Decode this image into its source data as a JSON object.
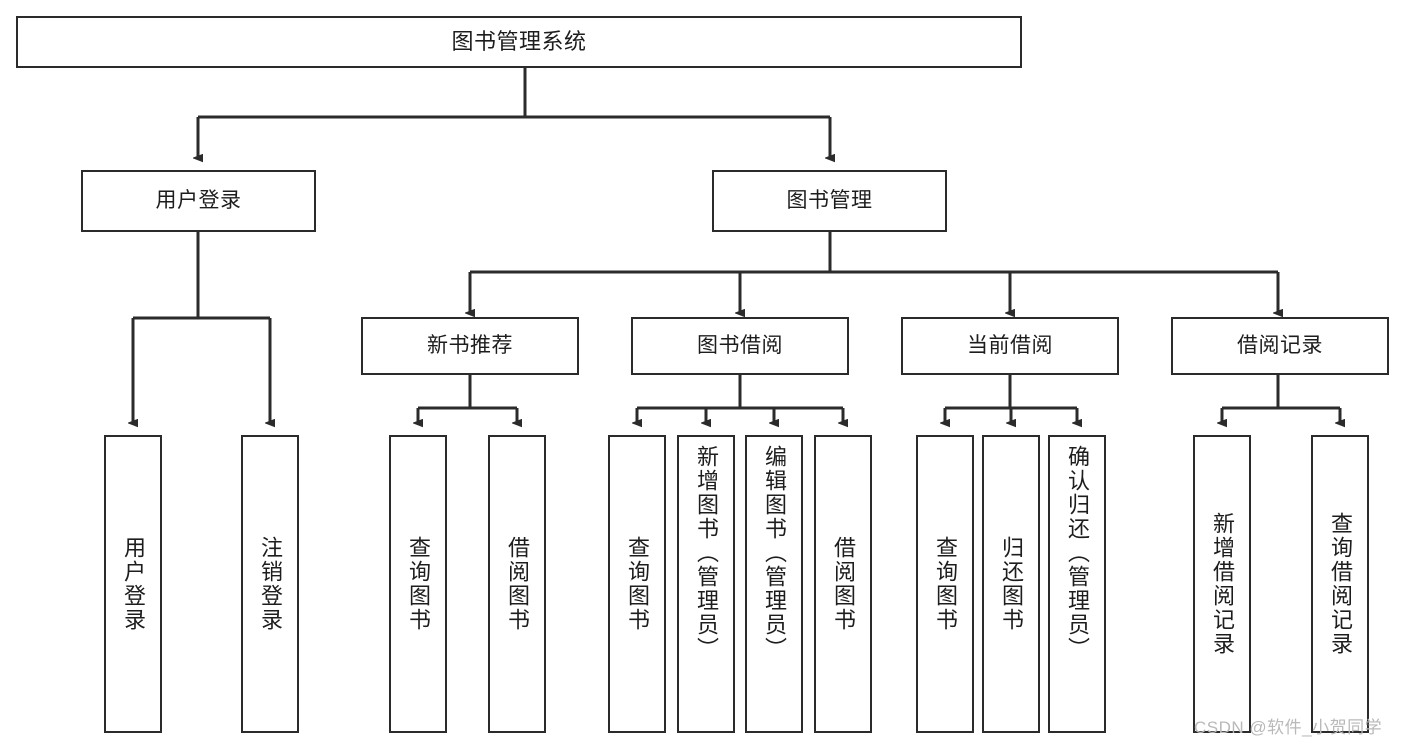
{
  "diagram": {
    "title": "图书管理系统",
    "type": "hierarchy-tree",
    "stroke_color": "#2b2b2b",
    "background_color": "#ffffff",
    "watermark": "CSDN @软件_小贺同学",
    "levels": {
      "root": {
        "label": "图书管理系统"
      },
      "level2": [
        {
          "label": "用户登录"
        },
        {
          "label": "图书管理"
        }
      ],
      "level3": [
        {
          "label": "新书推荐"
        },
        {
          "label": "图书借阅"
        },
        {
          "label": "当前借阅"
        },
        {
          "label": "借阅记录"
        }
      ],
      "leaves": {
        "user_login": [
          {
            "label": "用户登录"
          },
          {
            "label": "注销登录"
          }
        ],
        "new_book_recommend": [
          {
            "label": "查询图书"
          },
          {
            "label": "借阅图书"
          }
        ],
        "book_borrow": [
          {
            "label": "查询图书"
          },
          {
            "label": "新增图书（管理员）"
          },
          {
            "label": "编辑图书（管理员）"
          },
          {
            "label": "借阅图书"
          }
        ],
        "current_borrow": [
          {
            "label": "查询图书"
          },
          {
            "label": "归还图书"
          },
          {
            "label": "确认归还（管理员）"
          }
        ],
        "borrow_record": [
          {
            "label": "新增借阅记录"
          },
          {
            "label": "查询借阅记录"
          }
        ]
      }
    }
  }
}
